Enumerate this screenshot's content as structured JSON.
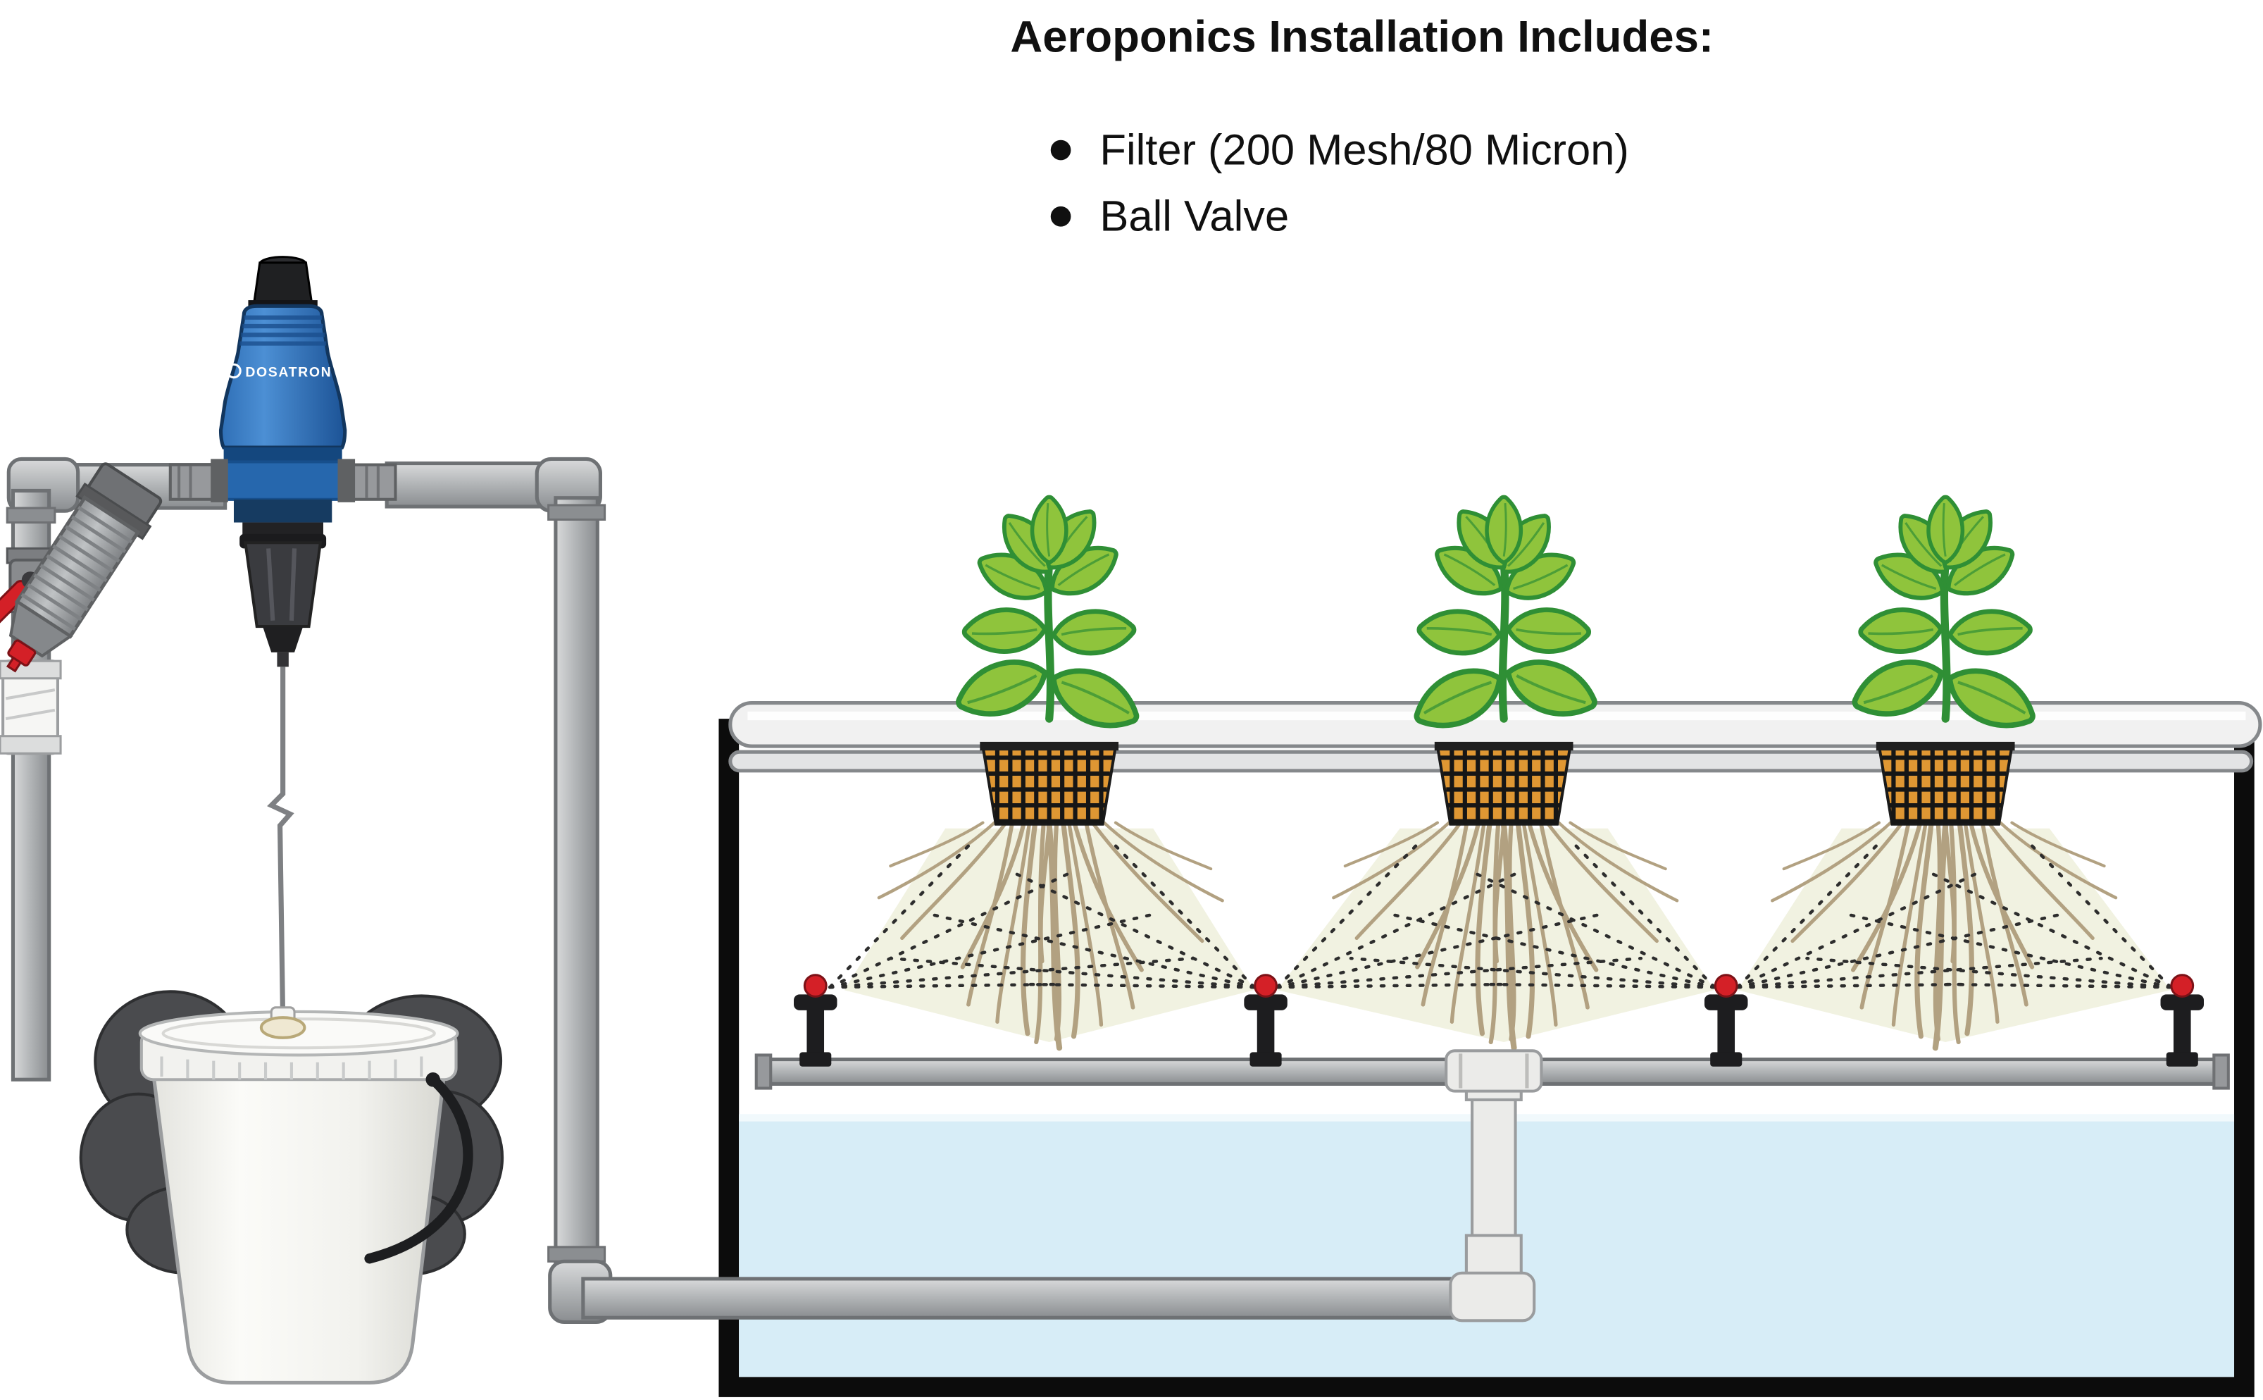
{
  "header": {
    "title": "Aeroponics Installation Includes:",
    "bullets": [
      "Filter (200 Mesh/80 Micron)",
      "Ball Valve"
    ]
  },
  "pump": {
    "brand_label": "DOSATRON"
  },
  "diagram": {
    "parts": [
      "dosatron-injector-pump",
      "inline-filter",
      "ball-valve",
      "union-fitting",
      "supply-piping",
      "suction-tube",
      "stock-solution-bucket",
      "grow-chamber",
      "net-pot",
      "plant",
      "roots",
      "mist-cone",
      "mist-sprinkler",
      "spray-manifold",
      "riser-pipe",
      "water-reservoir"
    ]
  },
  "colors": {
    "pump_blue": "#2e6fb7",
    "pump_blue_dark": "#174f92",
    "pipe_gray": "#b6b9bb",
    "red_accent": "#d42027",
    "leaf_green": "#8fc43c",
    "leaf_outline": "#2f8f35",
    "stem_green": "#2f8f35",
    "net_pot_orange": "#df9733",
    "root_tan": "#b2a181",
    "mist_tint": "#eef0dc",
    "water_blue": "#d7edf7",
    "chamber_black": "#0c0c0c",
    "bucket_white": "#f7f7f4",
    "shadow_gray": "#4a4b4e"
  }
}
